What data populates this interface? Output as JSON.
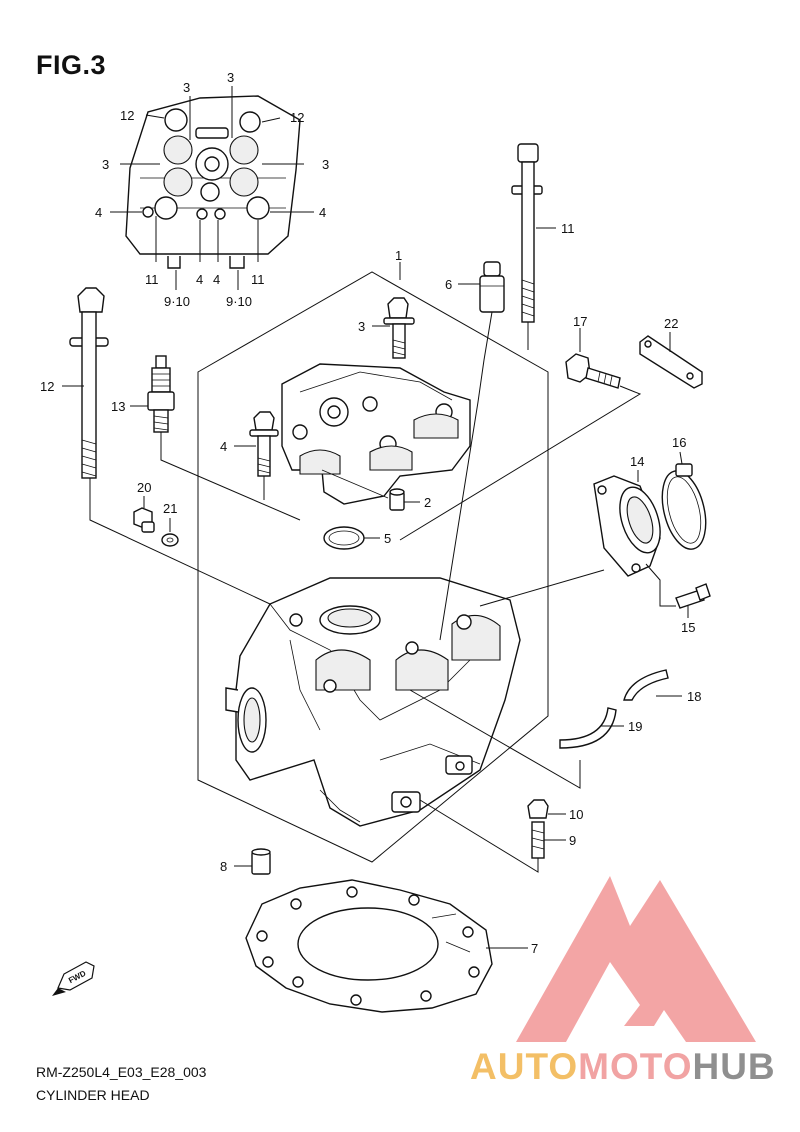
{
  "figure": {
    "title": "FIG.3",
    "model_code": "RM-Z250L4_E03_E28_003",
    "assembly_name": "CYLINDER HEAD"
  },
  "watermark": {
    "brand_part1": "AUTO",
    "brand_part2": "MOTO",
    "brand_part3": "HUB",
    "colors": {
      "triangle": "#f29b9b",
      "auto": "#f3bf66",
      "moto": "#f1a3a3",
      "hub": "#8f8f8f"
    }
  },
  "direction_marker": {
    "text": "FWD"
  },
  "callouts": {
    "c1": "1",
    "c2": "2",
    "c3": "3",
    "c4": "4",
    "c5": "5",
    "c6": "6",
    "c7": "7",
    "c8": "8",
    "c9": "9",
    "c10": "10",
    "c11": "11",
    "c12": "12",
    "c13": "13",
    "c14": "14",
    "c15": "15",
    "c16": "16",
    "c17": "17",
    "c18": "18",
    "c19": "19",
    "c20": "20",
    "c21": "21",
    "c22": "22"
  },
  "top_view_callouts": {
    "c3": "3",
    "c4": "4",
    "c11": "11",
    "c12": "12",
    "c9_10": "9·10"
  }
}
